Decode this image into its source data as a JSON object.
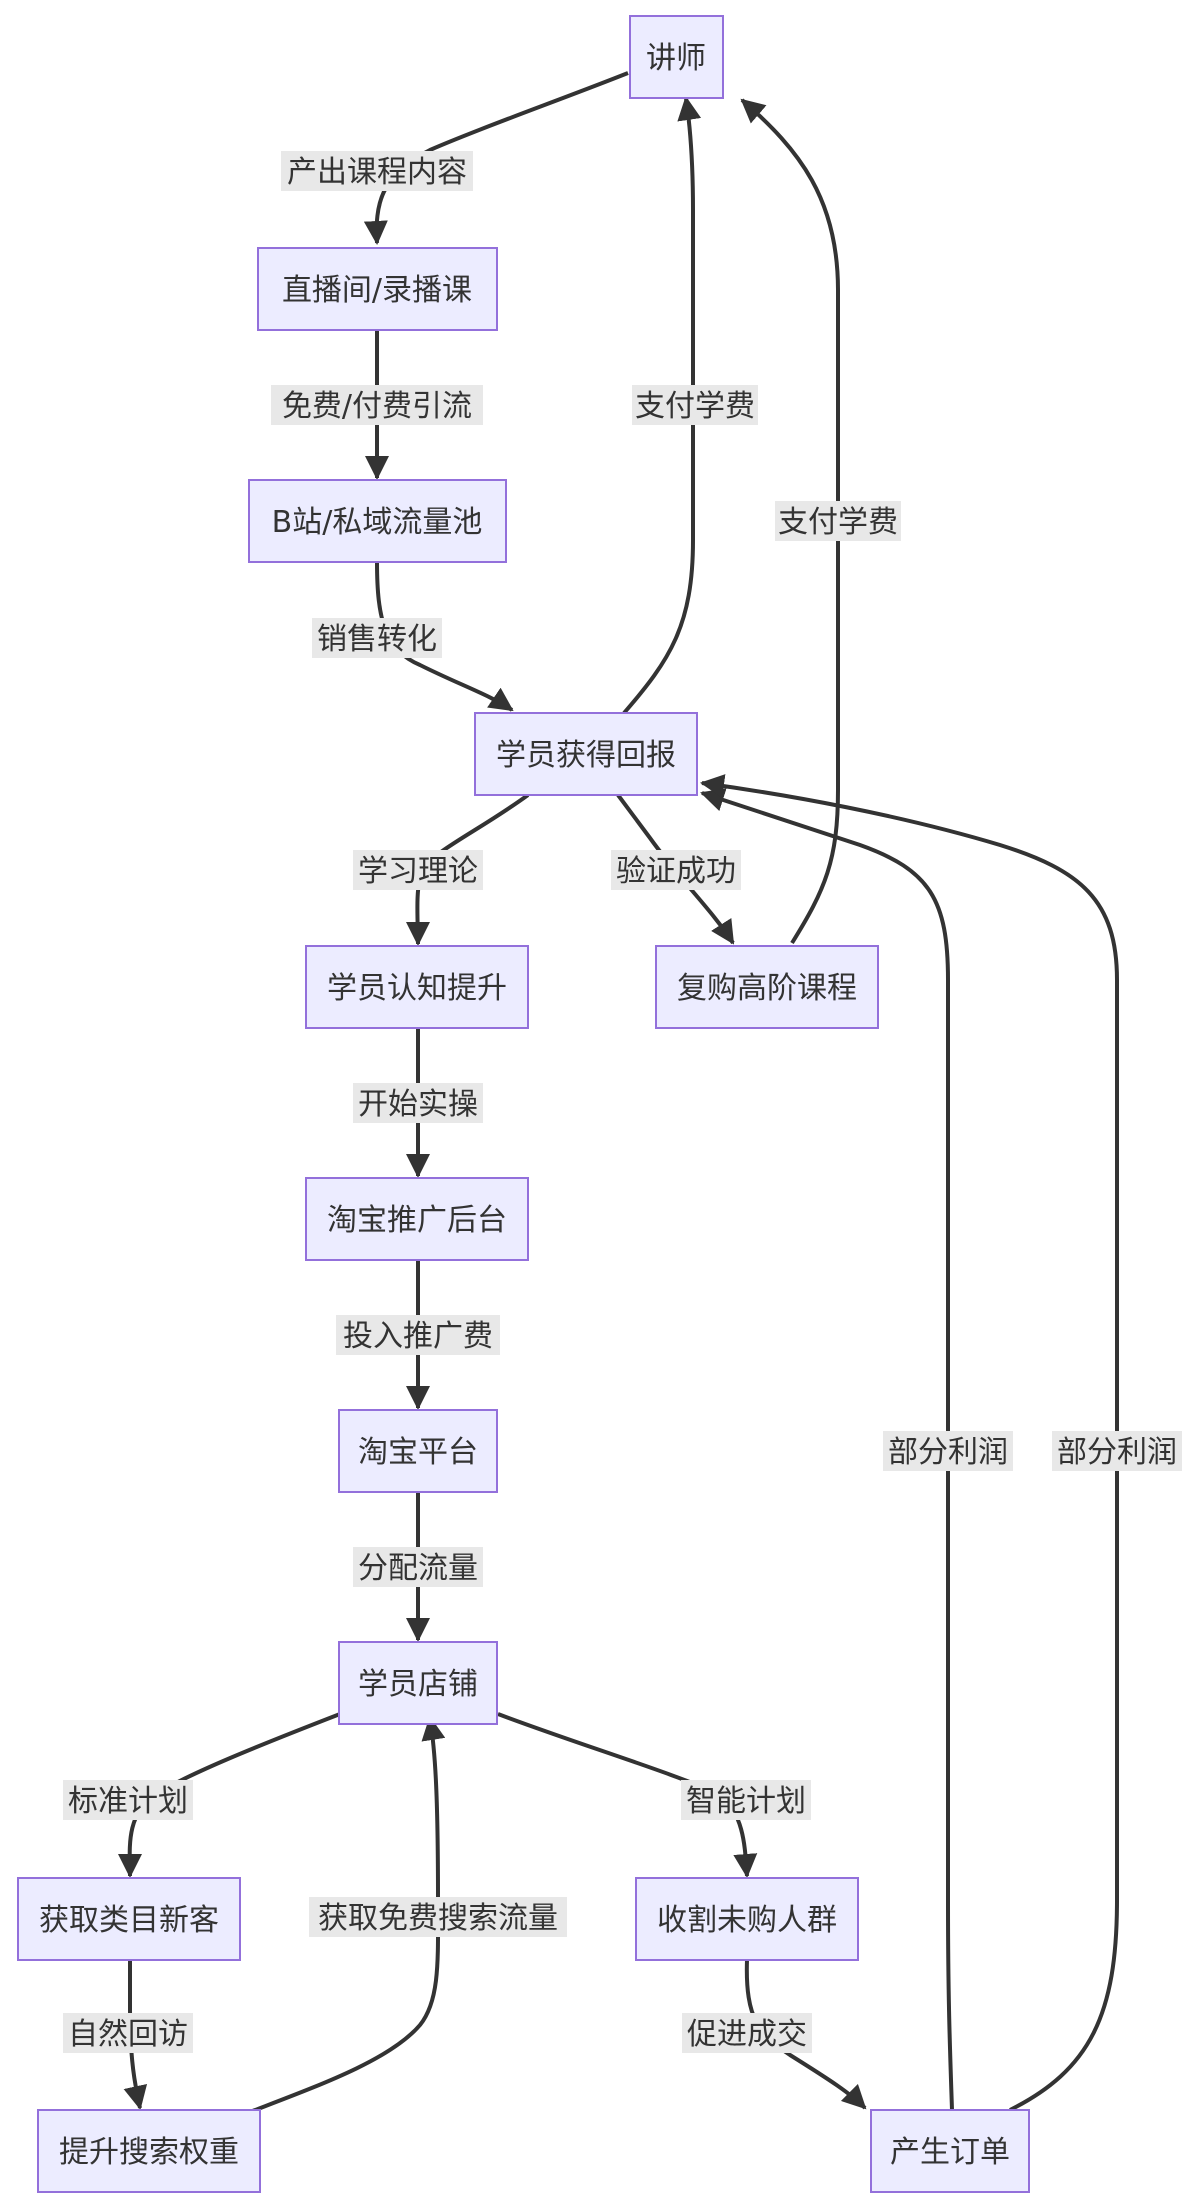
{
  "diagram": {
    "nodes": {
      "lecturer": "讲师",
      "live": "直播间/录播课",
      "pool": "B站/私域流量池",
      "reward": "学员获得回报",
      "cognition": "学员认知提升",
      "repurchase": "复购高阶课程",
      "backend": "淘宝推广后台",
      "platform": "淘宝平台",
      "store": "学员店铺",
      "newcust": "获取类目新客",
      "harvest": "收割未购人群",
      "weight": "提升搜索权重",
      "order": "产生订单"
    },
    "edges": {
      "produce": "产出课程内容",
      "traffic": "免费/付费引流",
      "sales": "销售转化",
      "pay1": "支付学费",
      "pay2": "支付学费",
      "learn": "学习理论",
      "verify": "验证成功",
      "practice": "开始实操",
      "invest": "投入推广费",
      "distribute": "分配流量",
      "standard": "标准计划",
      "smart": "智能计划",
      "revisit": "自然回访",
      "freesearch": "获取免费搜索流量",
      "promote": "促进成交",
      "profit1": "部分利润",
      "profit2": "部分利润"
    }
  }
}
